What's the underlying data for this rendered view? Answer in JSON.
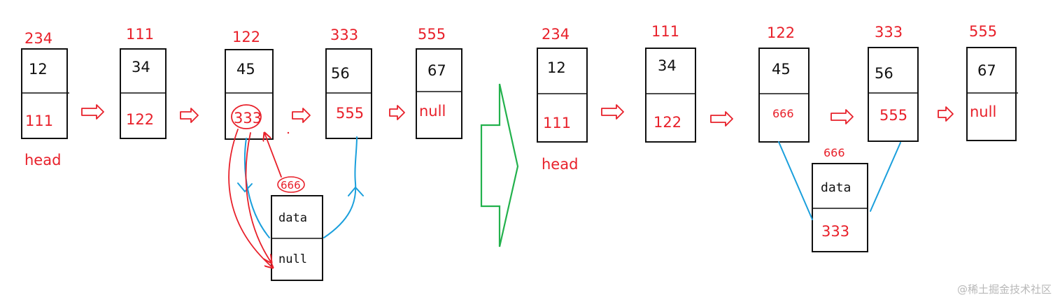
{
  "colors": {
    "red": "#e8202a",
    "blue": "#1a9fdc",
    "green": "#22b14c",
    "black": "#111111",
    "gray": "#b8b8b8"
  },
  "before": {
    "nodes": [
      {
        "addr": "234",
        "data": "12",
        "next": "111"
      },
      {
        "addr": "111",
        "data": "34",
        "next": "122"
      },
      {
        "addr": "122",
        "data": "45",
        "next": "333"
      },
      {
        "addr": "333",
        "data": "56",
        "next": "555"
      },
      {
        "addr": "555",
        "data": "67",
        "next": "null"
      }
    ],
    "head_label": "head",
    "new_node": {
      "addr": "666",
      "data": "data",
      "next": "null"
    }
  },
  "after": {
    "nodes": [
      {
        "addr": "234",
        "data": "12",
        "next": "111"
      },
      {
        "addr": "111",
        "data": "34",
        "next": "122"
      },
      {
        "addr": "122",
        "data": "45",
        "next": "666"
      },
      {
        "addr": "333",
        "data": "56",
        "next": "555"
      },
      {
        "addr": "555",
        "data": "67",
        "next": "null"
      }
    ],
    "head_label": "head",
    "new_node": {
      "addr": "666",
      "data": "data",
      "next": "333"
    }
  },
  "watermark": "@稀土掘金技术社区"
}
